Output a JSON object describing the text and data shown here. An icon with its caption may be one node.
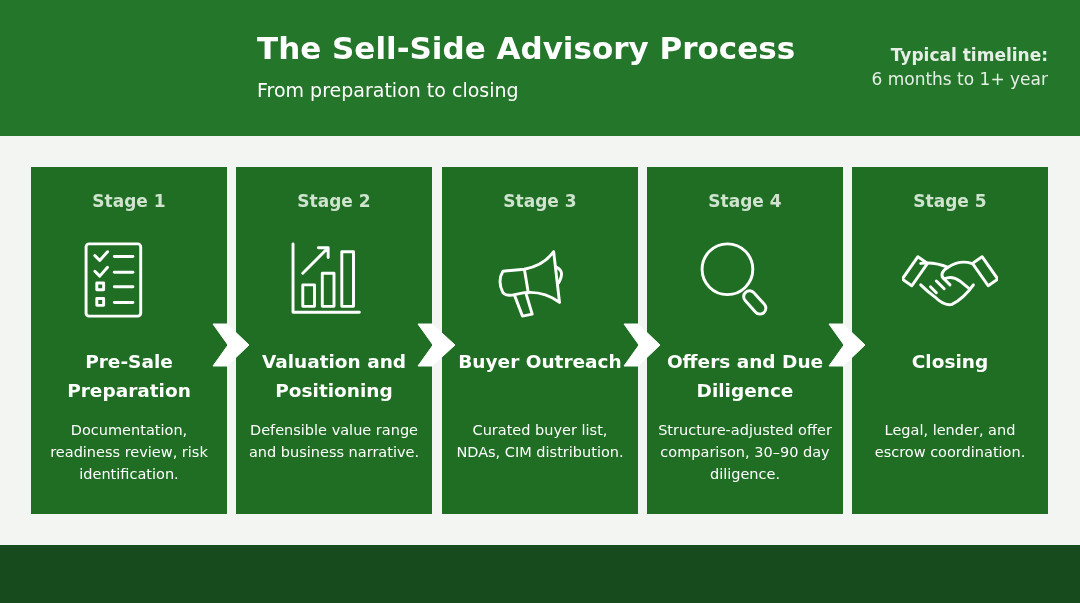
{
  "diagram": {
    "title": "The Sell-Side Advisory Process",
    "nodes": [
      {
        "text": [
          "Stage 1",
          "Pre-Sale Preparation",
          "Documentation, readiness review, risk identification."
        ]
      },
      {
        "text": [
          "Stage 2",
          "Valuation and Positioning",
          "Defensible value range and business narrative."
        ]
      },
      {
        "text": [
          "Stage 3",
          "Buyer Outreach",
          "Curated buyer list, NDAs, CIM distribution."
        ]
      },
      {
        "text": [
          "Stage 4",
          "Offers and Due Diligence",
          "Structure-adjusted offer comparison, 30–90 day diligence."
        ]
      },
      {
        "text": [
          "Stage 5",
          "Closing",
          "Legal, lender, and escrow coordination."
        ]
      }
    ],
    "edges": [
      {
        "from": 0,
        "to": 1,
        "arrow": "to"
      },
      {
        "from": 1,
        "to": 2,
        "arrow": "to"
      },
      {
        "from": 2,
        "to": 3,
        "arrow": "to"
      },
      {
        "from": 3,
        "to": 4,
        "arrow": "to"
      }
    ],
    "labels": [
      "From preparation to closing",
      "Typical timeline:",
      "6 months to 1+ year"
    ]
  }
}
